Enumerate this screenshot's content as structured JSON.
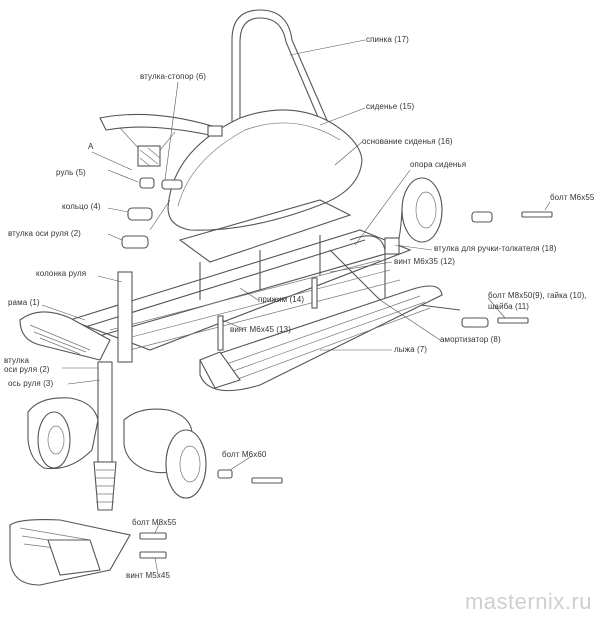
{
  "labels": {
    "spinka": "спинка (17)",
    "vtulka_stopor": "втулка-стопор (6)",
    "sidenye": "сиденье (15)",
    "osnovanie": "основание сиденья (16)",
    "a": "А",
    "opora": "опора сиденья",
    "rul": "руль (5)",
    "bolt_m6x55": "болт М6х55",
    "koltso": "кольцо (4)",
    "vtulka_osi_rulya_top": "втулка оси руля (2)",
    "vtulka_ruchki": "втулка для ручки-толкателя (18)",
    "vint_m6x35": "винт М6х35 (12)",
    "kolonka": "колонка руля",
    "bolt_m8x50_l1": "болт М8х50(9), гайка (10),",
    "bolt_m8x50_l2": "шайба (11)",
    "rama": "рама (1)",
    "prizhim": "прижим (14)",
    "vint_m6x45": "винт М6х45 (13)",
    "amortizator": "амортизатор (8)",
    "vtulka_osi_l1": "втулка",
    "vtulka_osi_l2": "оси руля (2)",
    "lyzha": "лыжа (7)",
    "os_rulya": "ось руля (3)",
    "bolt_m6x60": "болт М6х60",
    "bolt_m8x55": "болт М8х55",
    "vint_m5x45": "винт М5х45"
  },
  "watermark": "masternix.ru",
  "colors": {
    "line": "#555555",
    "text": "#333333",
    "watermark": "#cfcfcf"
  }
}
